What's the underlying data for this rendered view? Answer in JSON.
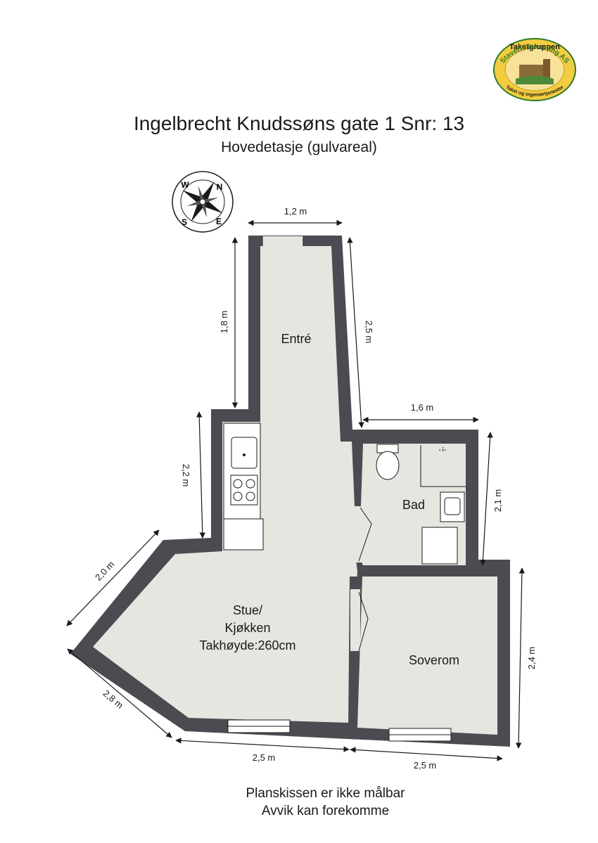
{
  "header": {
    "title": "Ingelbrecht Knudssøns gate 1 Snr: 13",
    "subtitle": "Hovedetasje (gulvareal)"
  },
  "logo": {
    "top_text": "Takstgruppen",
    "ring_text": "Stavern Taksering AS",
    "bottom_text": "Takst og ingeniørtjenester"
  },
  "compass": {
    "n": "N",
    "e": "E",
    "s": "S",
    "w": "W"
  },
  "rooms": {
    "entre": "Entré",
    "bad": "Bad",
    "stue_line1": "Stue/",
    "stue_line2": "Kjøkken",
    "stue_line3": "Takhøyde:260cm",
    "soverom": "Soverom"
  },
  "dimensions": {
    "top_width": "1,2 m",
    "entre_left": "1,8 m",
    "entre_right": "2,5 m",
    "bad_top": "1,6 m",
    "kitchen_left": "2,2 m",
    "bad_right": "2,1 m",
    "stue_upper_left": "2,0 m",
    "stue_lower_left": "2,8 m",
    "stue_bottom": "2,5 m",
    "soverom_bottom": "2,5 m",
    "soverom_right": "2,4 m"
  },
  "footer": {
    "line1": "Planskissen er ikke målbar",
    "line2": "Avvik kan forekomme"
  },
  "colors": {
    "wall": "#4a4c52",
    "floor": "#e5e6df",
    "logo_fill": "#f3cc3f",
    "logo_ring": "#2f7a2a"
  }
}
